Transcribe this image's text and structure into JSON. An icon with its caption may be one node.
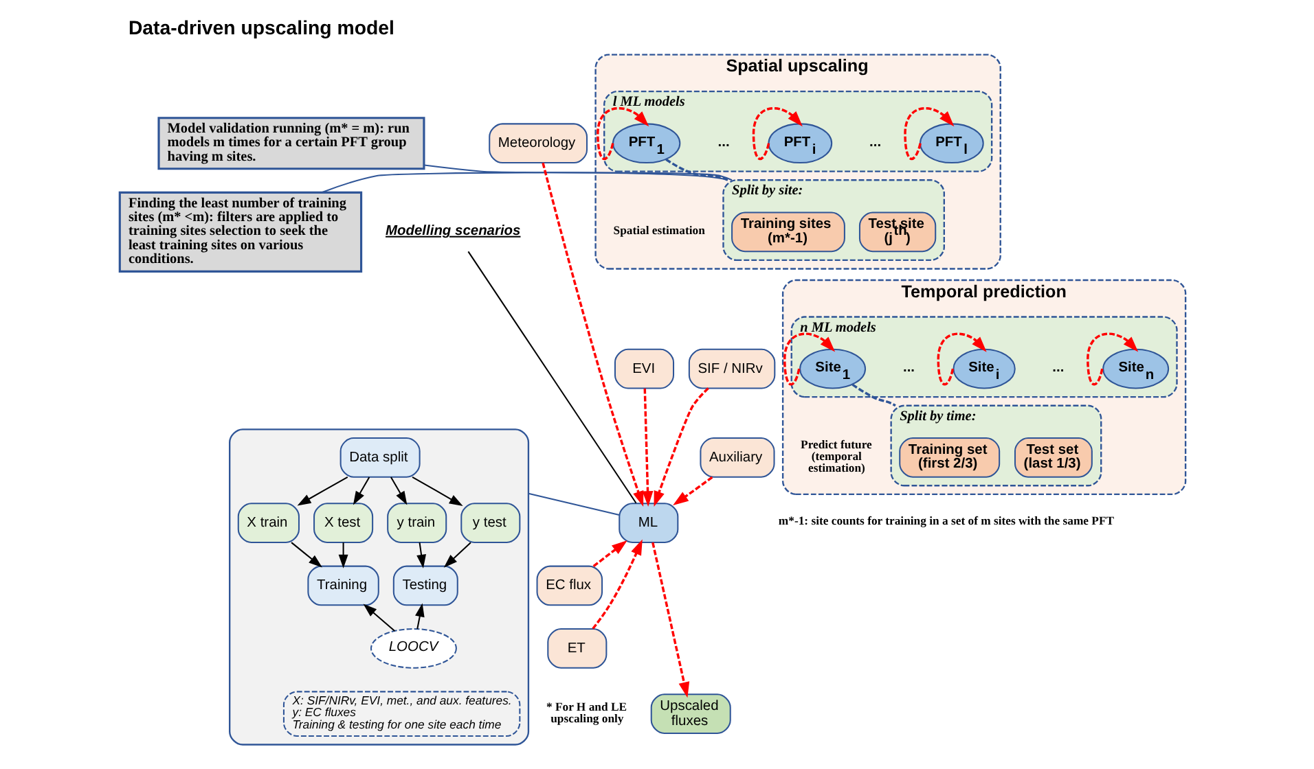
{
  "diagram": {
    "title": "Data-driven upscaling model",
    "nodes": [
      {
        "text": [
          "Model validation running (m* = m): run models m times for a certain PFT group having m sites."
        ]
      },
      {
        "text": [
          "Finding the least number of training sites (m* <m): filters are applied to training sites selection to seek the least training sites on various conditions."
        ]
      },
      {
        "text": [
          "Meteorology"
        ]
      },
      {
        "text": [
          "EVI"
        ]
      },
      {
        "text": [
          "SIF / NIRv"
        ]
      },
      {
        "text": [
          "Auxiliary"
        ]
      },
      {
        "text": [
          "EC flux"
        ]
      },
      {
        "text": [
          "ET"
        ],
        "beside": [
          "* For H and LE upscaling only"
        ]
      },
      {
        "text": [
          "ML"
        ]
      },
      {
        "text": [
          "Upscaled fluxes"
        ]
      },
      {
        "text": [
          "Modelling scenarios"
        ]
      },
      {
        "text": [],
        "shape": "box"
      },
      {
        "text": [
          "Data split"
        ],
        "in": 11
      },
      {
        "text": [
          "X train"
        ],
        "in": 11
      },
      {
        "text": [
          "X test"
        ],
        "in": 11
      },
      {
        "text": [
          "y train"
        ],
        "in": 11
      },
      {
        "text": [
          "y test"
        ],
        "in": 11
      },
      {
        "text": [
          "Training"
        ],
        "in": 11
      },
      {
        "text": [
          "Testing"
        ],
        "in": 11
      },
      {
        "text": [
          "LOOCV"
        ],
        "in": 11
      },
      {
        "text": [
          "X: SIF/NIRv, EVI, met., and aux. features.",
          "y: EC fluxes",
          "Training & testing for one site each time"
        ],
        "in": 11
      },
      {
        "text": [
          "Spatial upscaling"
        ]
      },
      {
        "text": [
          "l ML models"
        ],
        "in": 21
      },
      {
        "text": [
          "PFT$_{1}$"
        ],
        "in": 22
      },
      {
        "text": [
          "PFT$_{i}$"
        ],
        "in": 22
      },
      {
        "text": [
          "PFT$_{l}$"
        ],
        "in": 22
      },
      {
        "text": [
          "Split by site:"
        ],
        "in": 21,
        "beside": [
          "Spatial estimation"
        ]
      },
      {
        "text": [
          "Training sites (m*-1)"
        ],
        "in": 26
      },
      {
        "text": [
          "Test site (j$^{th}$)"
        ],
        "in": 26
      },
      {
        "text": [
          "Temporal prediction"
        ]
      },
      {
        "text": [
          "n ML models"
        ],
        "in": 29
      },
      {
        "text": [
          "Site$_{1}$"
        ],
        "in": 30
      },
      {
        "text": [
          "Site$_{i}$"
        ],
        "in": 30
      },
      {
        "text": [
          "Site$_{n}$"
        ],
        "in": 30
      },
      {
        "text": [
          "Split by time:"
        ],
        "in": 29,
        "beside": [
          "Predict future (temporal estimation)"
        ]
      },
      {
        "text": [
          "Training set (first 2/3)"
        ],
        "in": 34
      },
      {
        "text": [
          "Test set (last 1/3)"
        ],
        "in": 34
      }
    ],
    "edges": [
      {
        "from": 2,
        "to": 8,
        "arrow": "to",
        "style": "dashed",
        "color": "#ff0000"
      },
      {
        "from": 3,
        "to": 8,
        "arrow": "to",
        "style": "dashed",
        "color": "#ff0000"
      },
      {
        "from": 4,
        "to": 8,
        "arrow": "to",
        "style": "dashed",
        "color": "#ff0000"
      },
      {
        "from": 5,
        "to": 8,
        "arrow": "to",
        "style": "dashed",
        "color": "#ff0000"
      },
      {
        "from": 6,
        "to": 8,
        "arrow": "to",
        "style": "dashed",
        "color": "#ff0000"
      },
      {
        "from": 7,
        "to": 8,
        "arrow": "to",
        "style": "dashed",
        "color": "#ff0000"
      },
      {
        "from": 8,
        "to": 9,
        "arrow": "to",
        "style": "dashed",
        "color": "#ff0000"
      },
      {
        "from": 10,
        "to": 8,
        "arrow": "none",
        "color": "#000000"
      },
      {
        "from": 8,
        "to": 11,
        "arrow": "none",
        "color": "#2f5597"
      },
      {
        "from": 12,
        "to": 13,
        "arrow": "to",
        "color": "#000000"
      },
      {
        "from": 12,
        "to": 14,
        "arrow": "to",
        "color": "#000000"
      },
      {
        "from": 12,
        "to": 15,
        "arrow": "to",
        "color": "#000000"
      },
      {
        "from": 12,
        "to": 16,
        "arrow": "to",
        "color": "#000000"
      },
      {
        "from": 13,
        "to": 17,
        "arrow": "to",
        "color": "#000000"
      },
      {
        "from": 14,
        "to": 17,
        "arrow": "to",
        "color": "#000000"
      },
      {
        "from": 15,
        "to": 18,
        "arrow": "to",
        "color": "#000000"
      },
      {
        "from": 16,
        "to": 18,
        "arrow": "to",
        "color": "#000000"
      },
      {
        "from": 19,
        "to": 17,
        "arrow": "to",
        "color": "#000000"
      },
      {
        "from": 19,
        "to": 18,
        "arrow": "to",
        "color": "#000000"
      },
      {
        "from": 0,
        "to": 26,
        "arrow": "none",
        "color": "#2f5597"
      },
      {
        "from": 1,
        "to": 26,
        "arrow": "none",
        "color": "#2f5597"
      },
      {
        "from": 23,
        "to": 23,
        "arrow": "to",
        "style": "dashed",
        "color": "#ff0000"
      },
      {
        "from": 24,
        "to": 24,
        "arrow": "to",
        "style": "dashed",
        "color": "#ff0000"
      },
      {
        "from": 25,
        "to": 25,
        "arrow": "to",
        "style": "dashed",
        "color": "#ff0000"
      },
      {
        "from": 23,
        "to": 26,
        "arrow": "none",
        "style": "dashed",
        "color": "#2f5597"
      },
      {
        "from": 31,
        "to": 31,
        "arrow": "to",
        "style": "dashed",
        "color": "#ff0000"
      },
      {
        "from": 32,
        "to": 32,
        "arrow": "to",
        "style": "dashed",
        "color": "#ff0000"
      },
      {
        "from": 33,
        "to": 33,
        "arrow": "to",
        "style": "dashed",
        "color": "#ff0000"
      },
      {
        "from": 31,
        "to": 34,
        "arrow": "none",
        "style": "dashed",
        "color": "#2f5597"
      }
    ],
    "labels": [
      "...",
      "...",
      "...",
      "...",
      "m*-1: site counts for training in a set of m sites with the same PFT"
    ]
  }
}
